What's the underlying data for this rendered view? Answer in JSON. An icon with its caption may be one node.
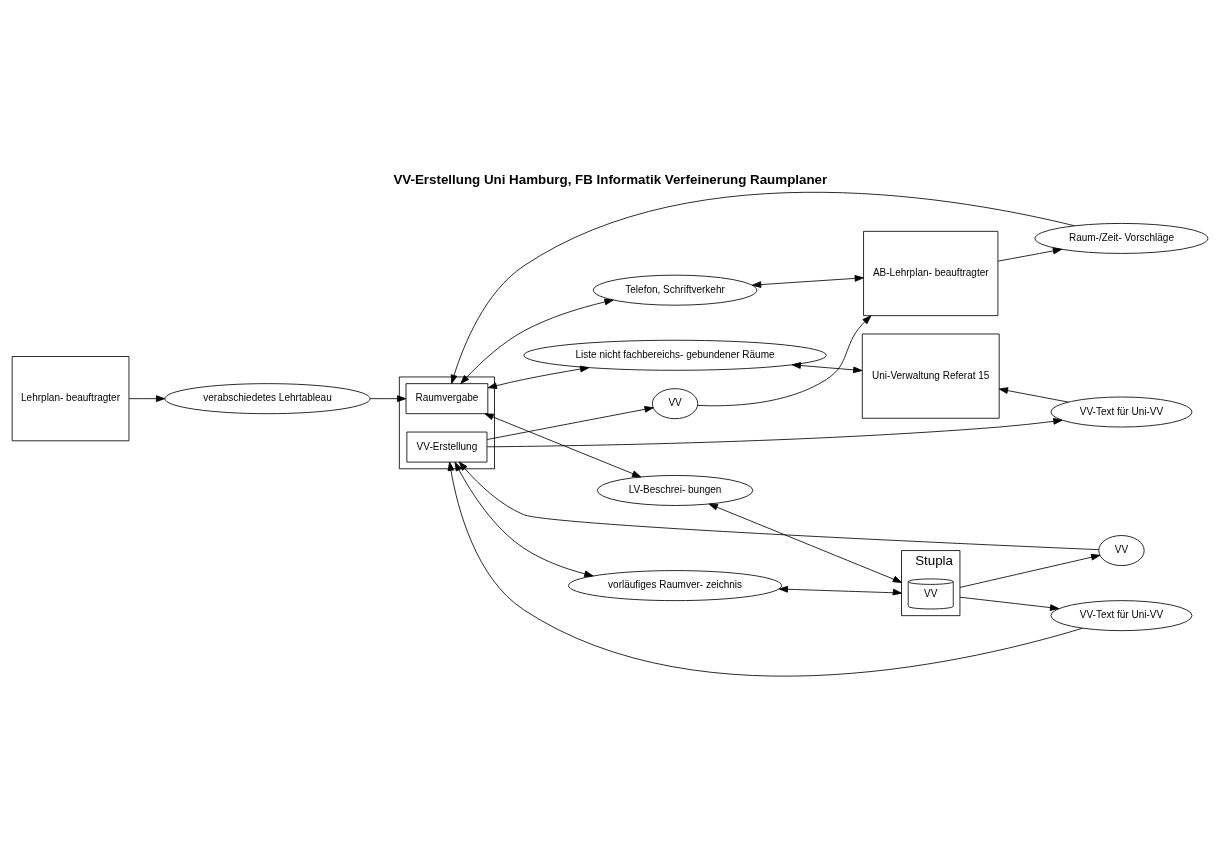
{
  "diagram": {
    "title": "VV-Erstellung Uni Hamburg, FB Informatik Verfeinerung Raumplaner",
    "nodes": [
      {
        "text": [
          "Lehrplan- beauftragter"
        ]
      },
      {
        "text": [
          "verabschiedetes Lehrtableau"
        ]
      },
      {
        "text": [],
        "shape": "box"
      },
      {
        "text": [
          "Raumvergabe"
        ],
        "in": 2
      },
      {
        "text": [
          "VV-Erstellung"
        ],
        "in": 2
      },
      {
        "text": [
          "Uni-Verwaltung Referat 15"
        ]
      },
      {
        "text": [
          "Liste nicht fachbereichs- gebundener Räume"
        ]
      },
      {
        "text": [
          "Telefon, Schriftverkehr"
        ]
      },
      {
        "text": [
          "AB-Lehrplan- beauftragter"
        ]
      },
      {
        "text": [
          "Raum-/Zeit- Vorschläge"
        ]
      },
      {
        "text": [
          "VV"
        ]
      },
      {
        "text": [
          "LV-Beschrei- bungen"
        ]
      },
      {
        "text": [
          "VV-Text für Uni-VV"
        ]
      },
      {
        "text": [
          "vorläufiges Raumver- zeichnis"
        ]
      },
      {
        "text": [
          "Stupla"
        ]
      },
      {
        "text": [
          "VV"
        ]
      },
      {
        "text": [
          "VV-Text für Uni-VV"
        ]
      },
      {
        "text": [
          "VV"
        ],
        "in": 14
      }
    ],
    "edges": [
      {
        "from": 0,
        "to": 1,
        "arrow": "to"
      },
      {
        "from": 1,
        "to": 3,
        "arrow": "to"
      },
      {
        "from": 5,
        "to": 6,
        "arrow": "both"
      },
      {
        "from": 6,
        "to": 3,
        "arrow": "both"
      },
      {
        "from": 3,
        "to": 7,
        "arrow": "both"
      },
      {
        "from": 7,
        "to": 8,
        "arrow": "both"
      },
      {
        "from": 8,
        "to": 9,
        "arrow": "to"
      },
      {
        "from": 9,
        "to": 3,
        "arrow": "to"
      },
      {
        "from": 4,
        "to": 10,
        "arrow": "to"
      },
      {
        "from": 10,
        "to": 8,
        "arrow": "to"
      },
      {
        "from": 3,
        "to": 11,
        "arrow": "both"
      },
      {
        "from": 4,
        "to": 12,
        "arrow": "to"
      },
      {
        "from": 12,
        "to": 5,
        "arrow": "to"
      },
      {
        "from": 4,
        "to": 13,
        "arrow": "both"
      },
      {
        "from": 13,
        "to": 14,
        "arrow": "both"
      },
      {
        "from": 11,
        "to": 14,
        "arrow": "both"
      },
      {
        "from": 14,
        "to": 15,
        "arrow": "to"
      },
      {
        "from": 15,
        "to": 4,
        "arrow": "to"
      },
      {
        "from": 14,
        "to": 16,
        "arrow": "to"
      },
      {
        "from": 16,
        "to": 4,
        "arrow": "to"
      }
    ]
  }
}
